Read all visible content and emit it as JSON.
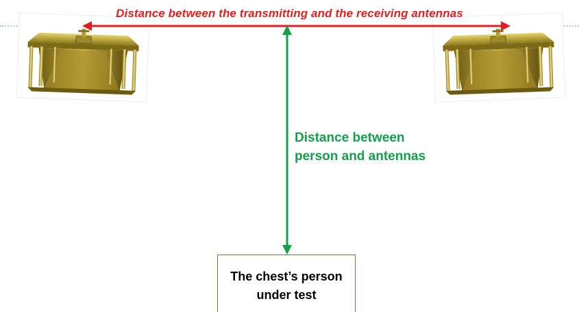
{
  "diagram": {
    "tx_rx_distance_label": "Distance between the transmitting and the receiving antennas",
    "person_distance_label_line1": "Distance between",
    "person_distance_label_line2": "person and antennas",
    "chest_label_line1": "The chest’s person",
    "chest_label_line2": "under test"
  },
  "colors": {
    "red_arrow": "#e11f1f",
    "green_arrow": "#12a04a",
    "box_border": "#5e8a35",
    "antenna_gold": "#b59a2a"
  },
  "icons": [
    "horn-antenna-icon"
  ]
}
